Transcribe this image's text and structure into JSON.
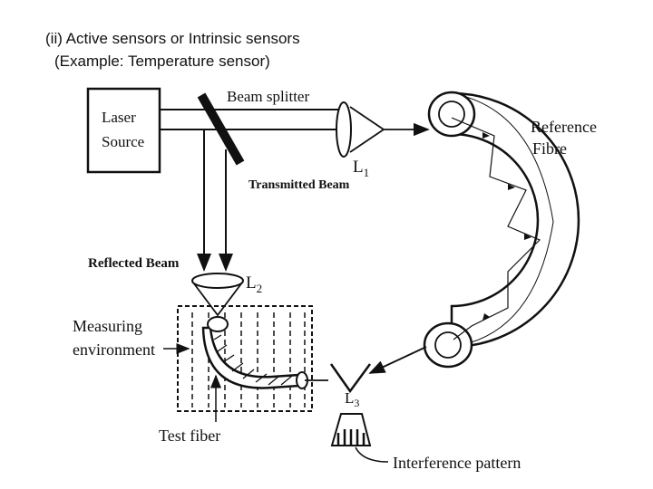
{
  "heading": {
    "line1": "(ii) Active sensors or Intrinsic sensors",
    "line2": "(Example: Temperature sensor)"
  },
  "diagram": {
    "laser_line1": "Laser",
    "laser_line2": "Source",
    "beam_splitter": "Beam splitter",
    "lens1_letter": "L",
    "lens1_sub": "1",
    "transmitted_beam": "Transmitted Beam",
    "reference_line1": "Reference",
    "reference_line2": "Fibre",
    "reflected_beam": "Reflected Beam",
    "lens2_letter": "L",
    "lens2_sub": "2",
    "measuring_line1": "Measuring",
    "measuring_line2": "environment",
    "test_fiber": "Test fiber",
    "lens3_letter": "L",
    "lens3_sub": "3",
    "interference": "Interference pattern"
  }
}
